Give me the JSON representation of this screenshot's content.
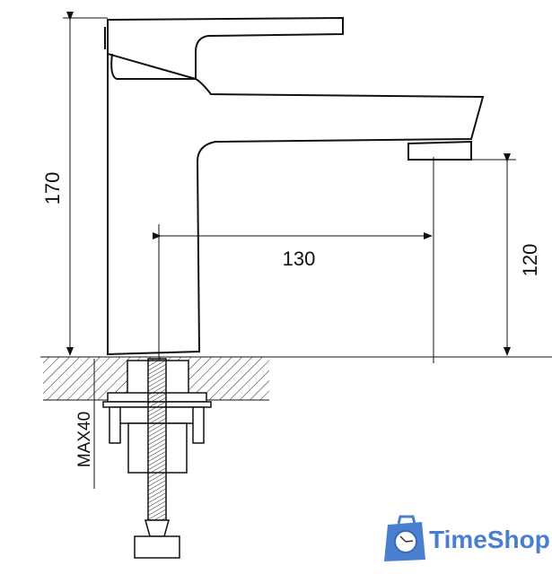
{
  "dimensions": {
    "height_total": "170",
    "spout_reach": "130",
    "spout_height": "120",
    "max_counter_thickness": "MAX40"
  },
  "logo": {
    "text": "TimeShop",
    "color": "#4a7fd0"
  }
}
